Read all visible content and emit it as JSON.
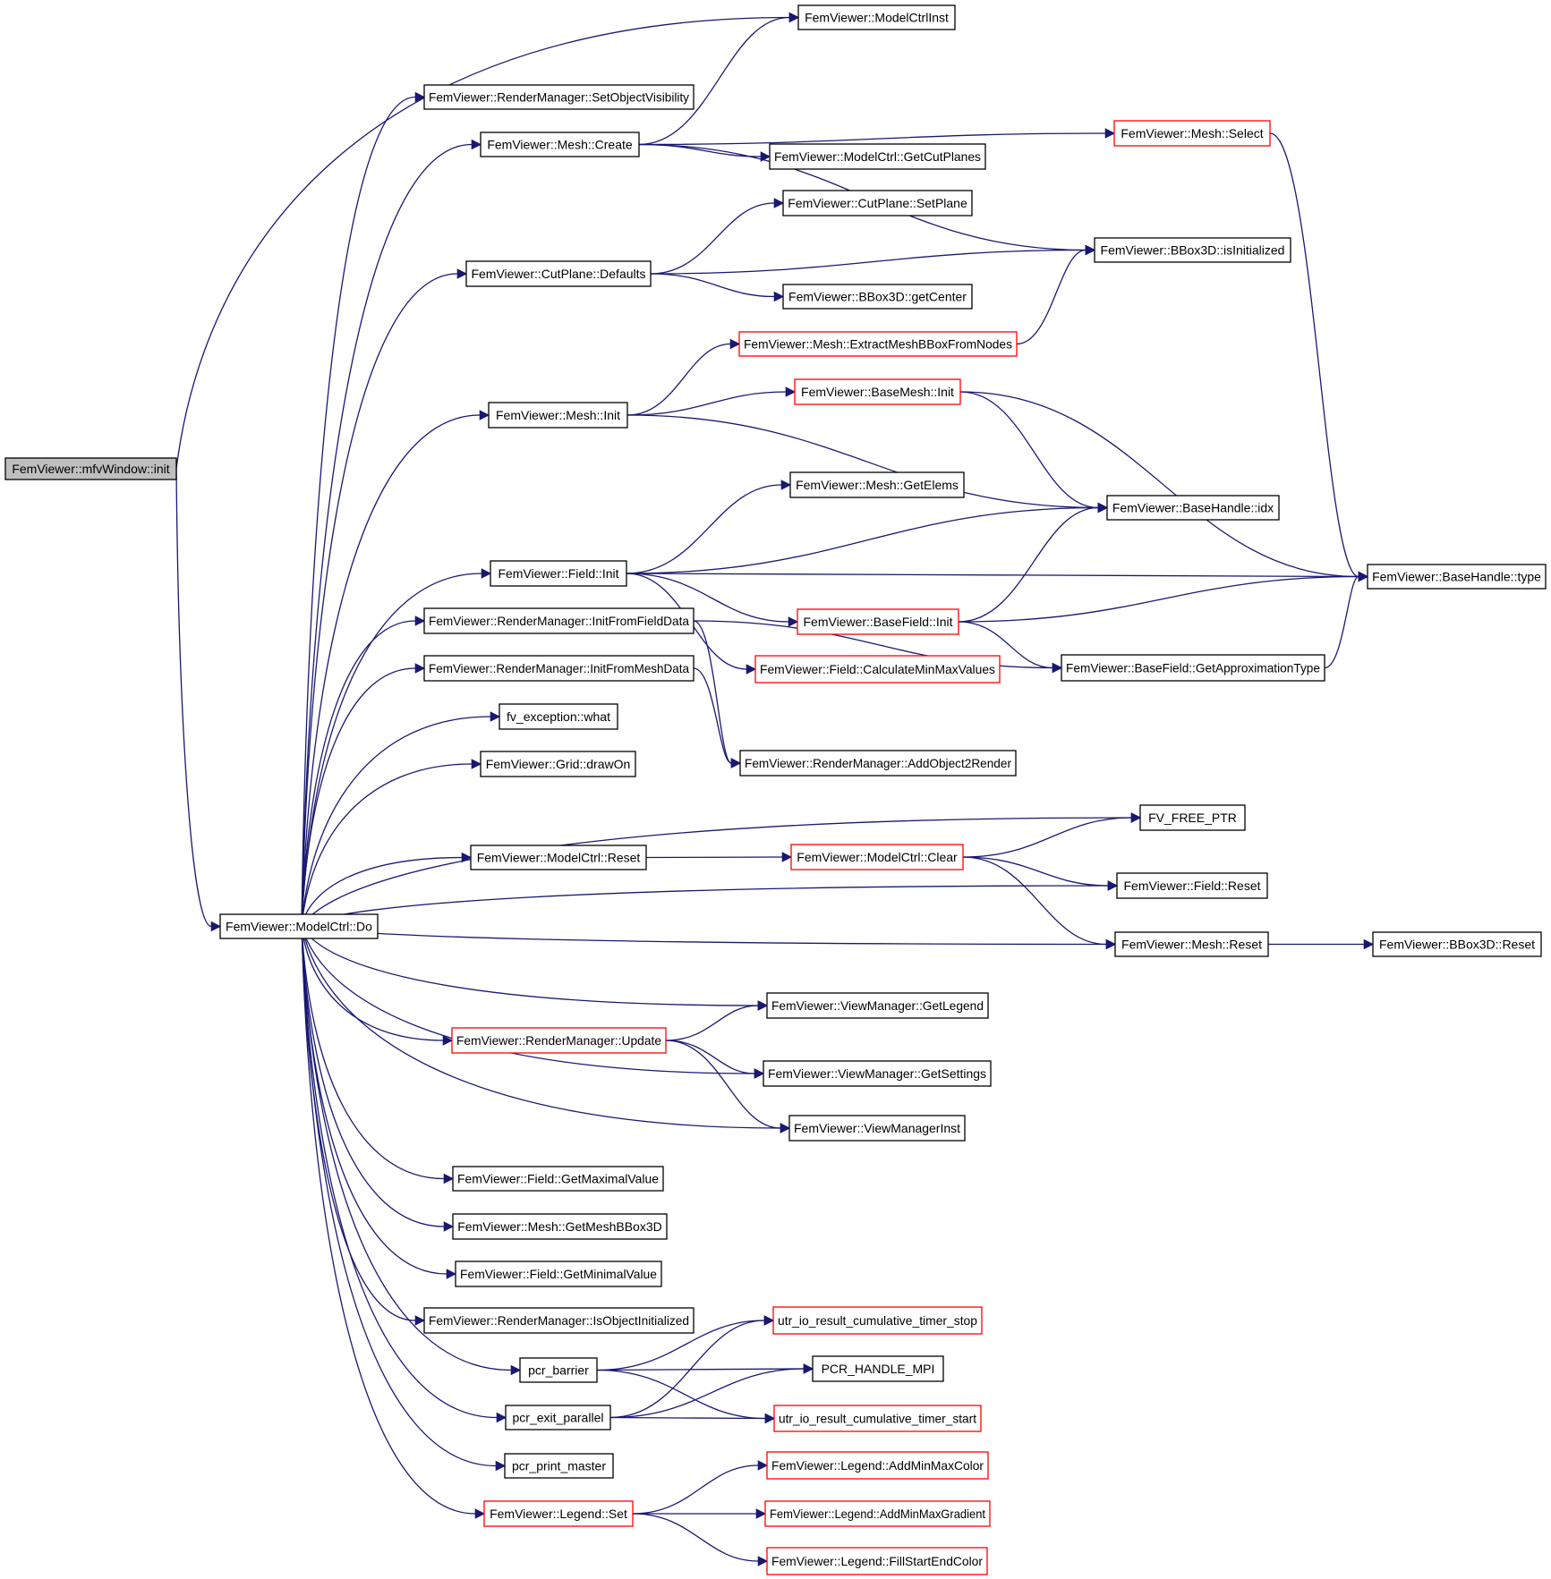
{
  "graph": {
    "colors": {
      "edge": "#191970",
      "border": "#000000",
      "border_incomplete": "#ff0000",
      "root_fill": "#bfbfbf"
    },
    "nodes": [
      {
        "id": "root",
        "label": "FemViewer::mfvWindow::init",
        "style": "root"
      },
      {
        "id": "do",
        "label": "FemViewer::ModelCtrl::Do",
        "style": "normal"
      },
      {
        "id": "ctrlinst",
        "label": "FemViewer::ModelCtrlInst",
        "style": "normal"
      },
      {
        "id": "setvis",
        "label": "FemViewer::RenderManager::SetObjectVisibility",
        "style": "normal"
      },
      {
        "id": "meshcreate",
        "label": "FemViewer::Mesh::Create",
        "style": "normal"
      },
      {
        "id": "meshselect",
        "label": "FemViewer::Mesh::Select",
        "style": "red"
      },
      {
        "id": "getcut",
        "label": "FemViewer::ModelCtrl::GetCutPlanes",
        "style": "normal"
      },
      {
        "id": "setplane",
        "label": "FemViewer::CutPlane::SetPlane",
        "style": "normal"
      },
      {
        "id": "cutdef",
        "label": "FemViewer::CutPlane::Defaults",
        "style": "normal"
      },
      {
        "id": "isinit",
        "label": "FemViewer::BBox3D::isInitialized",
        "style": "normal"
      },
      {
        "id": "getcenter",
        "label": "FemViewer::BBox3D::getCenter",
        "style": "normal"
      },
      {
        "id": "extract",
        "label": "FemViewer::Mesh::ExtractMeshBBoxFromNodes",
        "style": "red"
      },
      {
        "id": "basemeshinit",
        "label": "FemViewer::BaseMesh::Init",
        "style": "red"
      },
      {
        "id": "meshinit",
        "label": "FemViewer::Mesh::Init",
        "style": "normal"
      },
      {
        "id": "getelems",
        "label": "FemViewer::Mesh::GetElems",
        "style": "normal"
      },
      {
        "id": "idx",
        "label": "FemViewer::BaseHandle::idx",
        "style": "normal"
      },
      {
        "id": "fieldinit",
        "label": "FemViewer::Field::Init",
        "style": "normal"
      },
      {
        "id": "type",
        "label": "FemViewer::BaseHandle::type",
        "style": "normal"
      },
      {
        "id": "basefieldinit",
        "label": "FemViewer::BaseField::Init",
        "style": "red"
      },
      {
        "id": "initfield",
        "label": "FemViewer::RenderManager::InitFromFieldData",
        "style": "normal"
      },
      {
        "id": "calcminmax",
        "label": "FemViewer::Field::CalculateMinMaxValues",
        "style": "red"
      },
      {
        "id": "getapprox",
        "label": "FemViewer::BaseField::GetApproximationType",
        "style": "normal"
      },
      {
        "id": "initmesh",
        "label": "FemViewer::RenderManager::InitFromMeshData",
        "style": "normal"
      },
      {
        "id": "what",
        "label": "fv_exception::what",
        "style": "normal"
      },
      {
        "id": "addobj",
        "label": "FemViewer::RenderManager::AddObject2Render",
        "style": "normal"
      },
      {
        "id": "drawon",
        "label": "FemViewer::Grid::drawOn",
        "style": "normal"
      },
      {
        "id": "freeptr",
        "label": "FV_FREE_PTR",
        "style": "normal"
      },
      {
        "id": "ctrlreset",
        "label": "FemViewer::ModelCtrl::Reset",
        "style": "normal"
      },
      {
        "id": "ctrlclear",
        "label": "FemViewer::ModelCtrl::Clear",
        "style": "red"
      },
      {
        "id": "fieldreset",
        "label": "FemViewer::Field::Reset",
        "style": "normal"
      },
      {
        "id": "meshreset",
        "label": "FemViewer::Mesh::Reset",
        "style": "normal"
      },
      {
        "id": "bboxreset",
        "label": "FemViewer::BBox3D::Reset",
        "style": "normal"
      },
      {
        "id": "getlegend",
        "label": "FemViewer::ViewManager::GetLegend",
        "style": "normal"
      },
      {
        "id": "rmupdate",
        "label": "FemViewer::RenderManager::Update",
        "style": "red"
      },
      {
        "id": "getsettings",
        "label": "FemViewer::ViewManager::GetSettings",
        "style": "normal"
      },
      {
        "id": "vminst",
        "label": "FemViewer::ViewManagerInst",
        "style": "normal"
      },
      {
        "id": "getmax",
        "label": "FemViewer::Field::GetMaximalValue",
        "style": "normal"
      },
      {
        "id": "getbbox",
        "label": "FemViewer::Mesh::GetMeshBBox3D",
        "style": "normal"
      },
      {
        "id": "getmin",
        "label": "FemViewer::Field::GetMinimalValue",
        "style": "normal"
      },
      {
        "id": "isobjinit",
        "label": "FemViewer::RenderManager::IsObjectInitialized",
        "style": "normal"
      },
      {
        "id": "timerstop",
        "label": "utr_io_result_cumulative_timer_stop",
        "style": "red"
      },
      {
        "id": "barrier",
        "label": "pcr_barrier",
        "style": "normal"
      },
      {
        "id": "handlempi",
        "label": "PCR_HANDLE_MPI",
        "style": "normal"
      },
      {
        "id": "exitpar",
        "label": "pcr_exit_parallel",
        "style": "normal"
      },
      {
        "id": "timerstart",
        "label": "utr_io_result_cumulative_timer_start",
        "style": "red"
      },
      {
        "id": "printmaster",
        "label": "pcr_print_master",
        "style": "normal"
      },
      {
        "id": "addcolor",
        "label": "FemViewer::Legend::AddMinMaxColor",
        "style": "red"
      },
      {
        "id": "legendset",
        "label": "FemViewer::Legend::Set",
        "style": "red"
      },
      {
        "id": "addgrad",
        "label": "FemViewer::Legend::AddMinMaxGradient",
        "style": "red"
      },
      {
        "id": "fillstart",
        "label": "FemViewer::Legend::FillStartEndColor",
        "style": "red"
      }
    ],
    "edges": [
      [
        "root",
        "ctrlinst"
      ],
      [
        "root",
        "do"
      ],
      [
        "do",
        "setvis"
      ],
      [
        "do",
        "meshcreate"
      ],
      [
        "do",
        "cutdef"
      ],
      [
        "do",
        "meshinit"
      ],
      [
        "do",
        "fieldinit"
      ],
      [
        "do",
        "initfield"
      ],
      [
        "do",
        "initmesh"
      ],
      [
        "do",
        "what"
      ],
      [
        "do",
        "drawon"
      ],
      [
        "do",
        "freeptr"
      ],
      [
        "do",
        "ctrlreset"
      ],
      [
        "do",
        "fieldreset"
      ],
      [
        "do",
        "meshreset"
      ],
      [
        "do",
        "getlegend"
      ],
      [
        "do",
        "rmupdate"
      ],
      [
        "do",
        "getsettings"
      ],
      [
        "do",
        "vminst"
      ],
      [
        "do",
        "getmax"
      ],
      [
        "do",
        "getbbox"
      ],
      [
        "do",
        "getmin"
      ],
      [
        "do",
        "isobjinit"
      ],
      [
        "do",
        "barrier"
      ],
      [
        "do",
        "exitpar"
      ],
      [
        "do",
        "printmaster"
      ],
      [
        "do",
        "legendset"
      ],
      [
        "meshcreate",
        "ctrlinst"
      ],
      [
        "meshcreate",
        "meshselect"
      ],
      [
        "meshcreate",
        "getcut"
      ],
      [
        "meshcreate",
        "isinit"
      ],
      [
        "meshselect",
        "type"
      ],
      [
        "cutdef",
        "setplane"
      ],
      [
        "cutdef",
        "isinit"
      ],
      [
        "cutdef",
        "getcenter"
      ],
      [
        "extract",
        "isinit"
      ],
      [
        "meshinit",
        "extract"
      ],
      [
        "meshinit",
        "basemeshinit"
      ],
      [
        "meshinit",
        "idx"
      ],
      [
        "basemeshinit",
        "idx"
      ],
      [
        "basemeshinit",
        "type"
      ],
      [
        "fieldinit",
        "getelems"
      ],
      [
        "fieldinit",
        "idx"
      ],
      [
        "fieldinit",
        "type"
      ],
      [
        "fieldinit",
        "basefieldinit"
      ],
      [
        "fieldinit",
        "calcminmax"
      ],
      [
        "basefieldinit",
        "idx"
      ],
      [
        "basefieldinit",
        "type"
      ],
      [
        "basefieldinit",
        "getapprox"
      ],
      [
        "getapprox",
        "type"
      ],
      [
        "initfield",
        "addobj"
      ],
      [
        "initfield",
        "getapprox"
      ],
      [
        "initmesh",
        "addobj"
      ],
      [
        "ctrlreset",
        "ctrlclear"
      ],
      [
        "ctrlclear",
        "freeptr"
      ],
      [
        "ctrlclear",
        "fieldreset"
      ],
      [
        "ctrlclear",
        "meshreset"
      ],
      [
        "meshreset",
        "bboxreset"
      ],
      [
        "rmupdate",
        "getlegend"
      ],
      [
        "rmupdate",
        "getsettings"
      ],
      [
        "rmupdate",
        "vminst"
      ],
      [
        "barrier",
        "timerstop"
      ],
      [
        "barrier",
        "handlempi"
      ],
      [
        "barrier",
        "timerstart"
      ],
      [
        "exitpar",
        "handlempi"
      ],
      [
        "exitpar",
        "timerstart"
      ],
      [
        "exitpar",
        "timerstop"
      ],
      [
        "legendset",
        "addcolor"
      ],
      [
        "legendset",
        "addgrad"
      ],
      [
        "legendset",
        "fillstart"
      ]
    ]
  }
}
